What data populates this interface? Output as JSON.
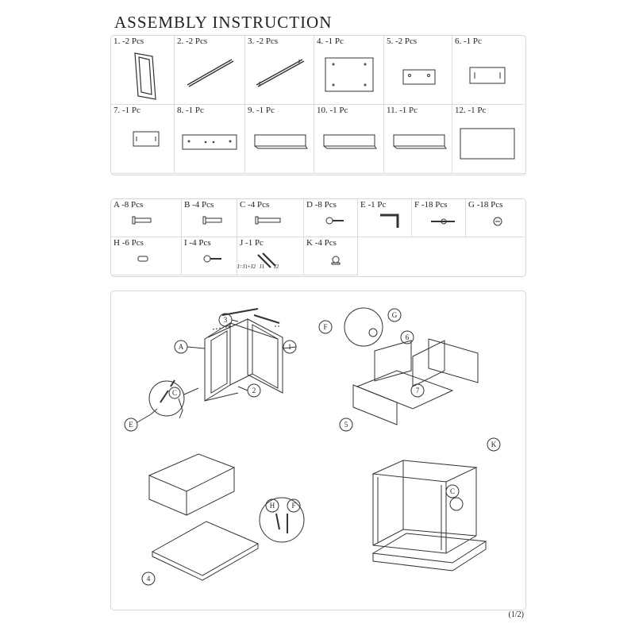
{
  "title": "ASSEMBLY INSTRUCTION",
  "parts": [
    {
      "label": "1. -2 Pcs",
      "icon": "side-frame-part"
    },
    {
      "label": "2. -2 Pcs",
      "icon": "long-rail-part"
    },
    {
      "label": "3. -2 Pcs",
      "icon": "rail-with-holes-part"
    },
    {
      "label": "4. -1 Pc",
      "icon": "top-panel-part"
    },
    {
      "label": "5. -2 Pcs",
      "icon": "small-panel-part"
    },
    {
      "label": "6. -1 Pc",
      "icon": "drawer-back-part"
    },
    {
      "label": "7. -1 Pc",
      "icon": "drawer-front-inner-part"
    },
    {
      "label": "8. -1 Pc",
      "icon": "long-board-part"
    },
    {
      "label": "9. -1 Pc",
      "icon": "shelf-board-part"
    },
    {
      "label": "10. -1 Pc",
      "icon": "shelf-board-part"
    },
    {
      "label": "11. -1 Pc",
      "icon": "shelf-board-part"
    },
    {
      "label": "12. -1 Pc",
      "icon": "bottom-panel-part"
    }
  ],
  "hardware": [
    {
      "label": "A -8 Pcs",
      "icon": "bolt-icon"
    },
    {
      "label": "B -4 Pcs",
      "icon": "bolt-icon"
    },
    {
      "label": "C -4 Pcs",
      "icon": "long-bolt-icon"
    },
    {
      "label": "D -8 Pcs",
      "icon": "screw-icon"
    },
    {
      "label": "E -1 Pc",
      "icon": "allen-key-icon"
    },
    {
      "label": "F -18 Pcs",
      "icon": "cam-bolt-icon"
    },
    {
      "label": "G -18 Pcs",
      "icon": "cam-lock-icon"
    },
    {
      "label": "H -6 Pcs",
      "icon": "dowel-icon"
    },
    {
      "label": "I -4 Pcs",
      "icon": "screw-icon"
    },
    {
      "label": "J -1 Pc",
      "icon": "drawer-slide-icon"
    },
    {
      "label": "K -4 Pcs",
      "icon": "foot-glide-icon"
    }
  ],
  "slide_caption": "J=J1+J2",
  "slide_parts": [
    "J1",
    "J2"
  ],
  "callouts": [
    "A",
    "1",
    "2",
    "3",
    "C",
    "E",
    "F",
    "G",
    "6",
    "7",
    "5",
    "H",
    "4",
    "K"
  ],
  "page_number": "(1/2)"
}
